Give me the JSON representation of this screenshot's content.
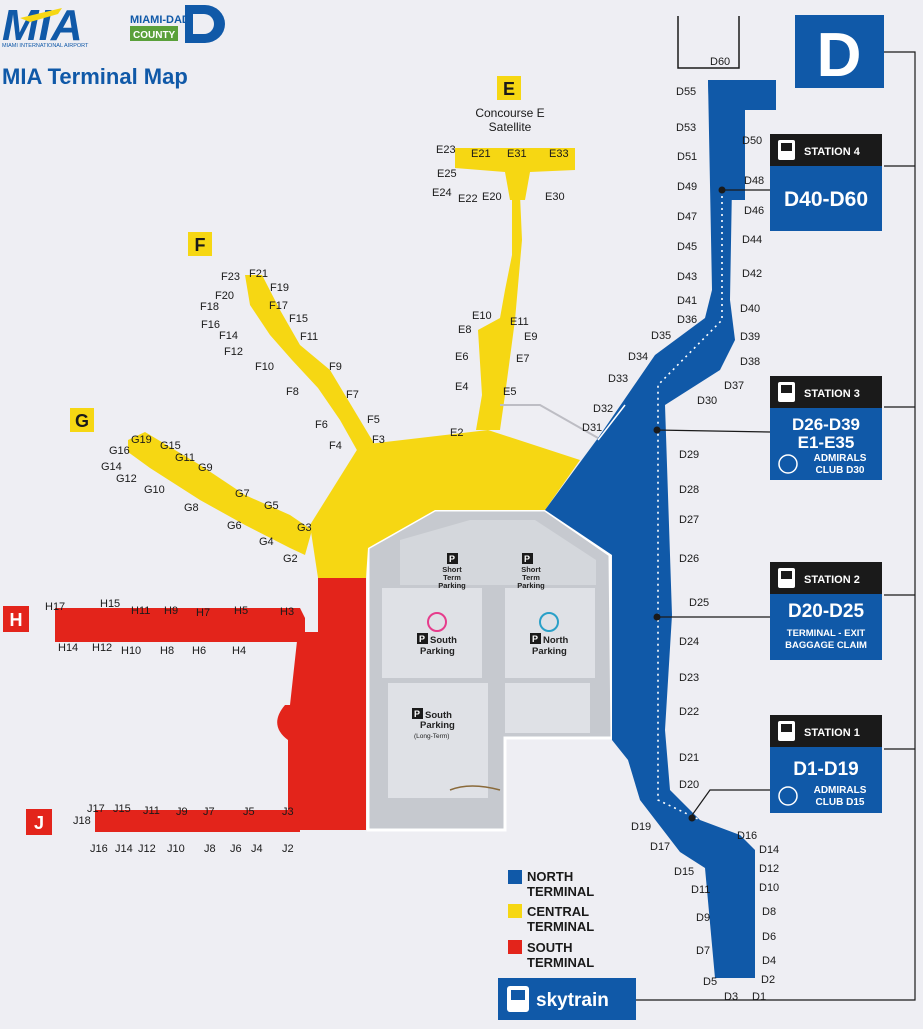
{
  "header": {
    "logo_text": "MIA",
    "logo_subtitle": "MIAMI INTERNATIONAL AIRPORT",
    "county_line1": "MIAMI-DADE",
    "county_line2": "COUNTY",
    "county_letter": "D",
    "title": "MIA Terminal Map"
  },
  "colors": {
    "north": "#1059a8",
    "central": "#f6d713",
    "south": "#e3241b",
    "dark": "#1a1a1a",
    "background": "#eeeef3",
    "parking": "#cdd0d6"
  },
  "concourse_labels": {
    "E": "E",
    "F": "F",
    "G": "G",
    "H": "H",
    "J": "J",
    "D": "D"
  },
  "satellite_line1": "Concourse E",
  "satellite_line2": "Satellite",
  "gates": {
    "E": [
      "E23",
      "E21",
      "E31",
      "E33",
      "E25",
      "E24",
      "E22",
      "E20",
      "E30",
      "E10",
      "E11",
      "E8",
      "E9",
      "E6",
      "E7",
      "E4",
      "E5",
      "E2"
    ],
    "F": [
      "F23",
      "F21",
      "F19",
      "F20",
      "F17",
      "F18",
      "F15",
      "F16",
      "F14",
      "F11",
      "F12",
      "F10",
      "F9",
      "F8",
      "F7",
      "F6",
      "F5",
      "F4",
      "F3"
    ],
    "G": [
      "G19",
      "G15",
      "G16",
      "G11",
      "G14",
      "G9",
      "G12",
      "G10",
      "G7",
      "G8",
      "G5",
      "G6",
      "G3",
      "G4",
      "G2"
    ],
    "H": [
      "H17",
      "H15",
      "H11",
      "H9",
      "H7",
      "H5",
      "H3",
      "H14",
      "H12",
      "H10",
      "H8",
      "H6",
      "H4"
    ],
    "J": [
      "J17",
      "J15",
      "J11",
      "J9",
      "J7",
      "J5",
      "J3",
      "J18",
      "J16",
      "J14",
      "J12",
      "J10",
      "J8",
      "J6",
      "J4",
      "J2"
    ],
    "D": [
      "D60",
      "D55",
      "D53",
      "D50",
      "D51",
      "D48",
      "D49",
      "D46",
      "D47",
      "D44",
      "D45",
      "D43",
      "D42",
      "D41",
      "D40",
      "D36",
      "D39",
      "D35",
      "D38",
      "D34",
      "D37",
      "D33",
      "D30",
      "D32",
      "D31",
      "D29",
      "D28",
      "D27",
      "D26",
      "D25",
      "D24",
      "D23",
      "D22",
      "D21",
      "D20",
      "D19",
      "D16",
      "D17",
      "D14",
      "D15",
      "D12",
      "D11",
      "D10",
      "D9",
      "D8",
      "D7",
      "D6",
      "D4",
      "D5",
      "D2",
      "D3",
      "D1"
    ]
  },
  "parking": {
    "short_term_1": [
      "Short",
      "Term",
      "Parking"
    ],
    "short_term_2": [
      "Short",
      "Term",
      "Parking"
    ],
    "south": [
      "South",
      "Parking"
    ],
    "north": [
      "North",
      "Parking"
    ],
    "south_long": [
      "South",
      "Parking",
      "(Long-Term)"
    ],
    "p_letter": "P"
  },
  "stations": [
    {
      "name": "STATION 4",
      "gates": "D40-D60",
      "extra": []
    },
    {
      "name": "STATION 3",
      "gates": "D26-D39",
      "gates2": "E1-E35",
      "extra": [
        "ADMIRALS",
        "CLUB D30"
      ]
    },
    {
      "name": "STATION 2",
      "gates": "D20-D25",
      "extra": [
        "TERMINAL - EXIT",
        "BAGGAGE CLAIM"
      ]
    },
    {
      "name": "STATION 1",
      "gates": "D1-D19",
      "extra": [
        "ADMIRALS",
        "CLUB D15"
      ]
    }
  ],
  "legend": [
    {
      "line1": "NORTH",
      "line2": "TERMINAL",
      "color": "#1059a8"
    },
    {
      "line1": "CENTRAL",
      "line2": "TERMINAL",
      "color": "#f6d713"
    },
    {
      "line1": "SOUTH",
      "line2": "TERMINAL",
      "color": "#e3241b"
    }
  ],
  "skytrain": {
    "label": "skytrain"
  }
}
